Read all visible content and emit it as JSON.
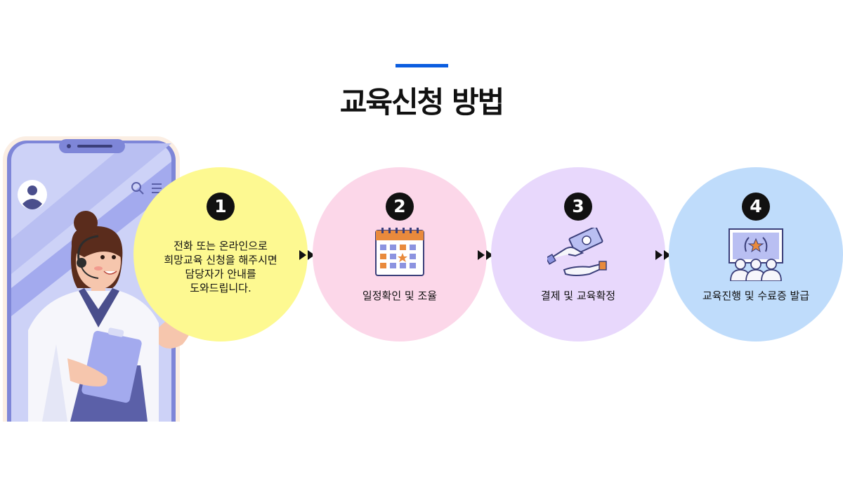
{
  "title": "교육신청 방법",
  "steps": [
    {
      "number": "1",
      "text": "전화 또는 온라인으로\n희망교육 신청을 해주시면\n담당자가 안내를\n도와드립니다.",
      "color": "#fdf991"
    },
    {
      "number": "2",
      "text": "일정확인 및 조율",
      "icon": "calendar-icon",
      "color": "#fcd7e9"
    },
    {
      "number": "3",
      "text": "결제 및 교육확정",
      "icon": "payment-hands-icon",
      "color": "#e8d8fc"
    },
    {
      "number": "4",
      "text": "교육진행 및 수료증 발급",
      "icon": "certificate-audience-icon",
      "color": "#bfdcfb"
    }
  ],
  "colors": {
    "accent": "#0b5de0",
    "phone_screen": "#cdd2f7",
    "phone_frame": "#7e86d8"
  }
}
